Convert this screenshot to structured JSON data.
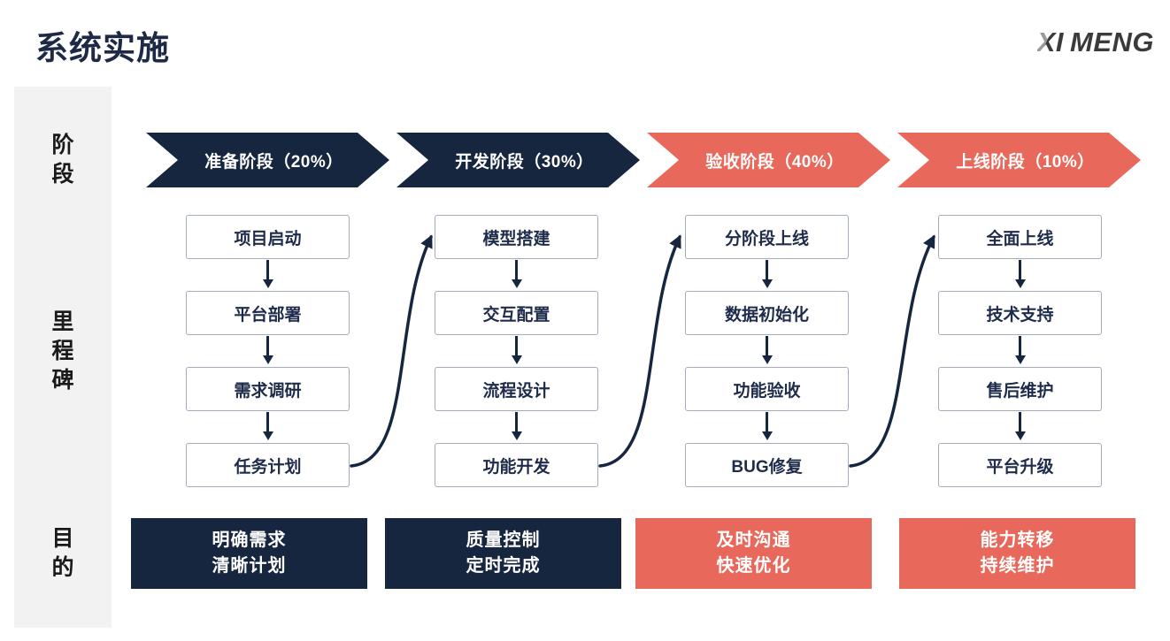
{
  "header": {
    "title": "系统实施",
    "logo": {
      "xi": "XI",
      "meng": "MENG"
    }
  },
  "sidebar": {
    "phase_label": "阶段",
    "milestone_label": "里程碑",
    "purpose_label": "目的"
  },
  "colors": {
    "navy": "#17263F",
    "coral": "#E8695B",
    "box_border": "#A3ACBD",
    "sidebar_bg": "#F2F2F2",
    "milestone_text": "#1E2B4A"
  },
  "columns": [
    {
      "phase": "准备阶段（20%）",
      "theme": "navy",
      "milestones": [
        "项目启动",
        "平台部署",
        "需求调研",
        "任务计划"
      ],
      "purpose": [
        "明确需求",
        "清晰计划"
      ]
    },
    {
      "phase": "开发阶段（30%）",
      "theme": "navy",
      "milestones": [
        "模型搭建",
        "交互配置",
        "流程设计",
        "功能开发"
      ],
      "purpose": [
        "质量控制",
        "定时完成"
      ]
    },
    {
      "phase": "验收阶段（40%）",
      "theme": "coral",
      "milestones": [
        "分阶段上线",
        "数据初始化",
        "功能验收",
        "BUG修复"
      ],
      "purpose": [
        "及时沟通",
        "快速优化"
      ]
    },
    {
      "phase": "上线阶段（10%）",
      "theme": "coral",
      "milestones": [
        "全面上线",
        "技术支持",
        "售后维护",
        "平台升级"
      ],
      "purpose": [
        "能力转移",
        "持续维护"
      ]
    }
  ]
}
